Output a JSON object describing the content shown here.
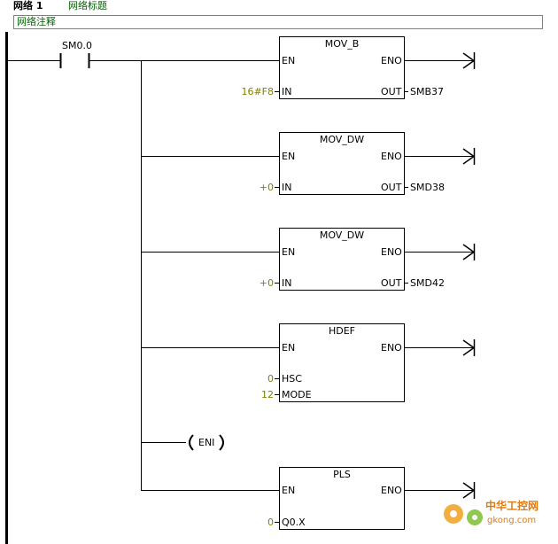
{
  "network": {
    "label": "网络 1",
    "title": "网络标题",
    "comment": "网络注释"
  },
  "contact": {
    "label": "SM0.0"
  },
  "blocks": [
    {
      "name": "MOV_B",
      "en": "EN",
      "eno": "ENO",
      "in_label": "IN",
      "in_value": "16#F8",
      "out_label": "OUT",
      "out_value": "SMB37"
    },
    {
      "name": "MOV_DW",
      "en": "EN",
      "eno": "ENO",
      "in_label": "IN",
      "in_value": "+0",
      "out_label": "OUT",
      "out_value": "SMD38"
    },
    {
      "name": "MOV_DW",
      "en": "EN",
      "eno": "ENO",
      "in_label": "IN",
      "in_value": "+0",
      "out_label": "OUT",
      "out_value": "SMD42"
    },
    {
      "name": "HDEF",
      "en": "EN",
      "eno": "ENO",
      "hsc_label": "HSC",
      "hsc_value": "0",
      "mode_label": "MODE",
      "mode_value": "12"
    },
    {
      "name": "PLS",
      "en": "EN",
      "eno": "ENO",
      "q_label": "Q0.X",
      "q_value": "0"
    }
  ],
  "coil": {
    "label": "ENI"
  },
  "watermark": {
    "brand": "中华工控网",
    "url": "gkong.com"
  }
}
